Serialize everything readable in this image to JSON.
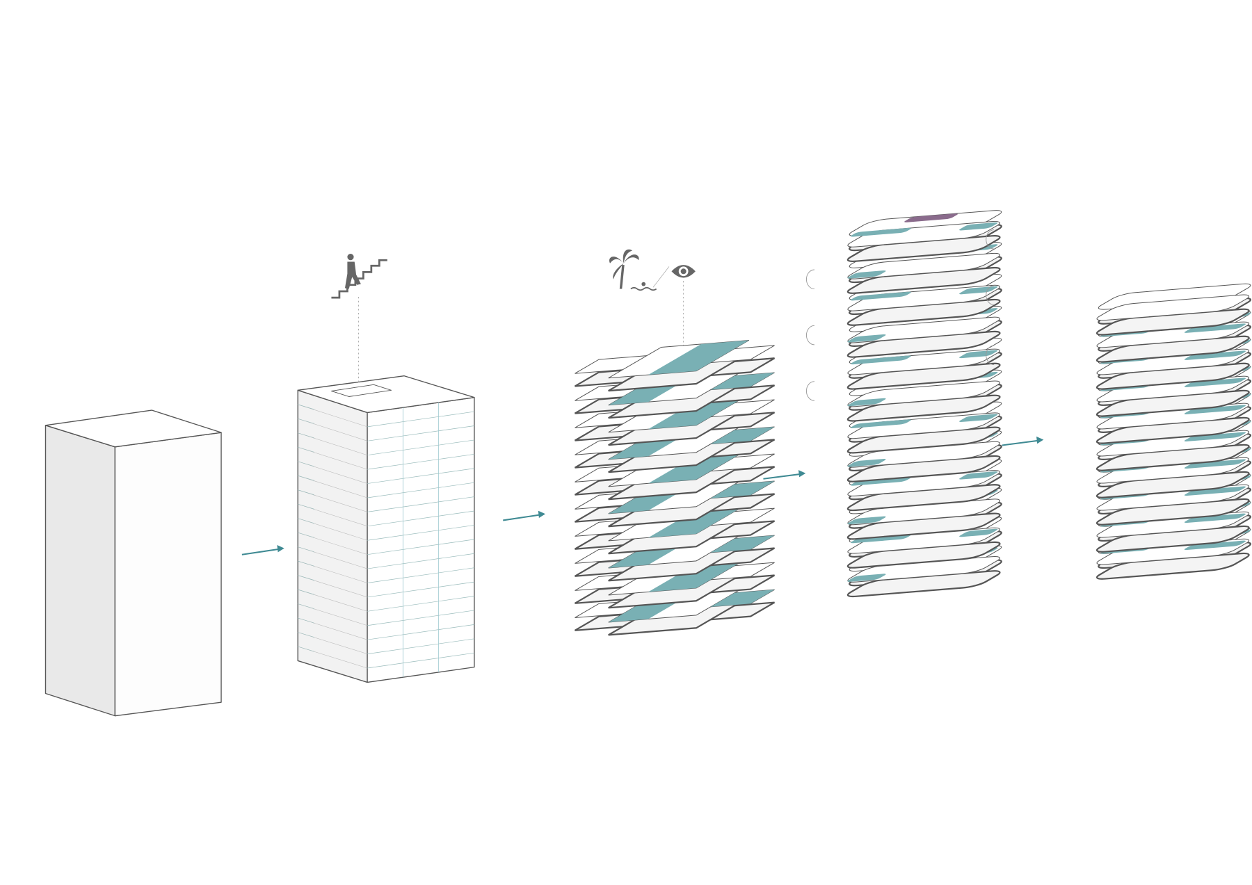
{
  "diagram": {
    "stages": [
      {
        "name": "base-volume"
      },
      {
        "name": "subdivided-floors",
        "icon": "stairs-climber-icon"
      },
      {
        "name": "shifted-floors",
        "floors": 10,
        "icons": [
          "palm-beach-icon",
          "eye-icon"
        ]
      },
      {
        "name": "rounded-exploded-floors",
        "floors": 12
      },
      {
        "name": "final-tower",
        "floors": 10
      }
    ],
    "colors": {
      "teal": "#79b0b4",
      "purple": "#8a6b8c",
      "outline": "#555555",
      "shade": "#e9e9e9",
      "arrow": "#3f8a93",
      "icon": "#666666"
    }
  }
}
